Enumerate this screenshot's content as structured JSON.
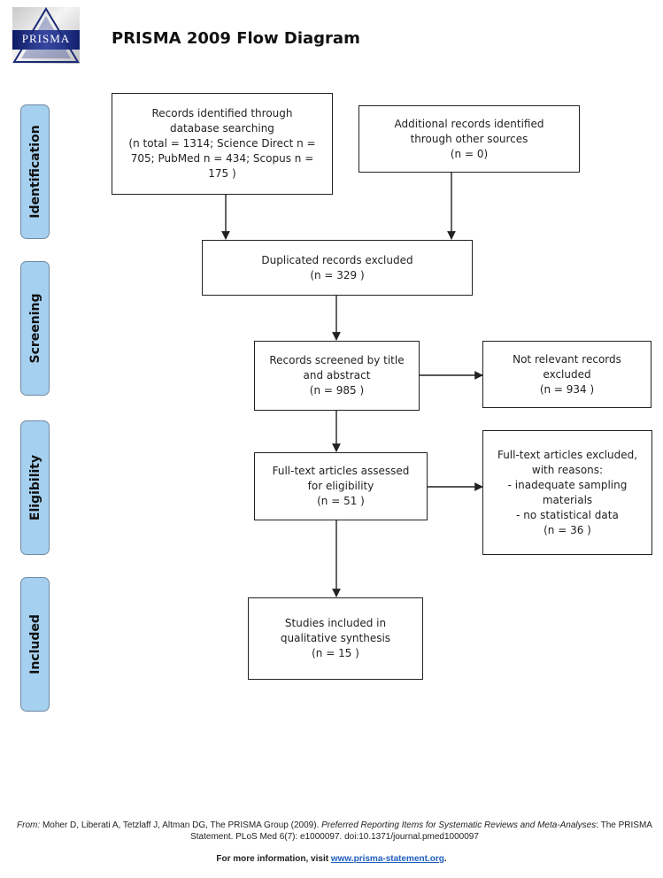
{
  "header": {
    "logo_text": "PRISMA",
    "title": "PRISMA 2009 Flow Diagram"
  },
  "phases": {
    "identification": "Identification",
    "screening": "Screening",
    "eligibility": "Eligibility",
    "included": "Included"
  },
  "boxes": {
    "database_search": "Records identified through\ndatabase searching\n(n total = 1314; Science Direct n =\n705; PubMed n = 434; Scopus n =\n175 )",
    "other_sources": "Additional records identified\nthrough other sources\n(n = 0)",
    "duplicates": "Duplicated records excluded\n(n = 329 )",
    "screened": "Records screened by title\nand abstract\n(n = 985 )",
    "not_relevant": "Not relevant records\nexcluded\n(n = 934 )",
    "fulltext_assessed": "Full-text articles assessed\nfor eligibility\n(n = 51 )",
    "fulltext_excluded": "Full-text articles excluded,\nwith reasons:\n- inadequate sampling\nmaterials\n- no statistical data\n(n = 36 )",
    "included": "Studies included in\nqualitative synthesis\n(n = 15 )"
  },
  "footer": {
    "from_label": "From:",
    "authors": "Moher D, Liberati A, Tetzlaff J, Altman DG, The PRISMA Group (2009).",
    "article_title": "Preferred Reporting Items for Systematic Reviews and Meta-Analyses",
    "citation_rest": ": The PRISMA Statement. PLoS Med 6(7): e1000097. doi:10.1371/journal.pmed1000097",
    "more_info_prefix": "For more information, visit ",
    "more_info_link": "www.prisma-statement.org",
    "more_info_suffix": "."
  }
}
